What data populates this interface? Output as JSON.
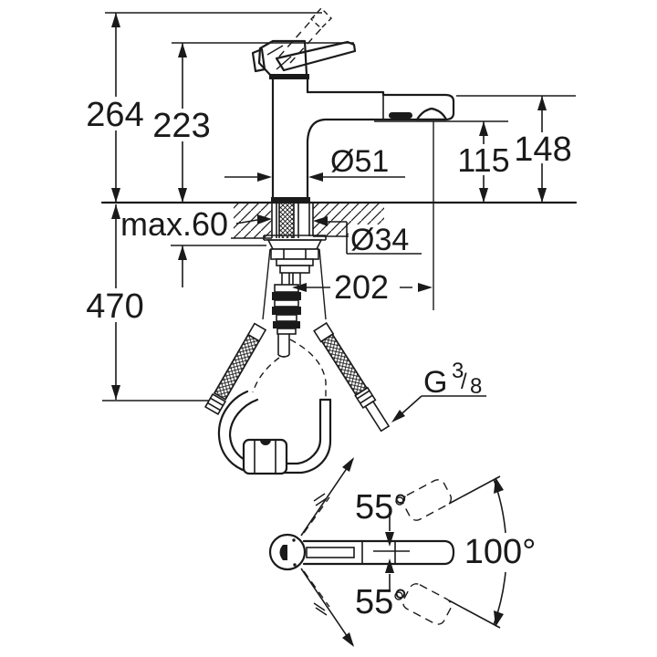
{
  "drawing": {
    "ink": "#1a1a1a",
    "bg": "#ffffff"
  },
  "labels": {
    "total_height": "264",
    "lever_height": "223",
    "max_thickness": "max.60",
    "below_counter_length": "470",
    "body_diameter": "Ø51",
    "outlet_height": "115",
    "spout_top_height": "148",
    "hole_diameter": "Ø34",
    "reach": "202",
    "thread": {
      "letter": "G",
      "numerator": "3",
      "slash": "/",
      "denominator": "8"
    },
    "swivel_upper": "55°",
    "swivel_total": "100°",
    "swivel_lower": "55°"
  }
}
